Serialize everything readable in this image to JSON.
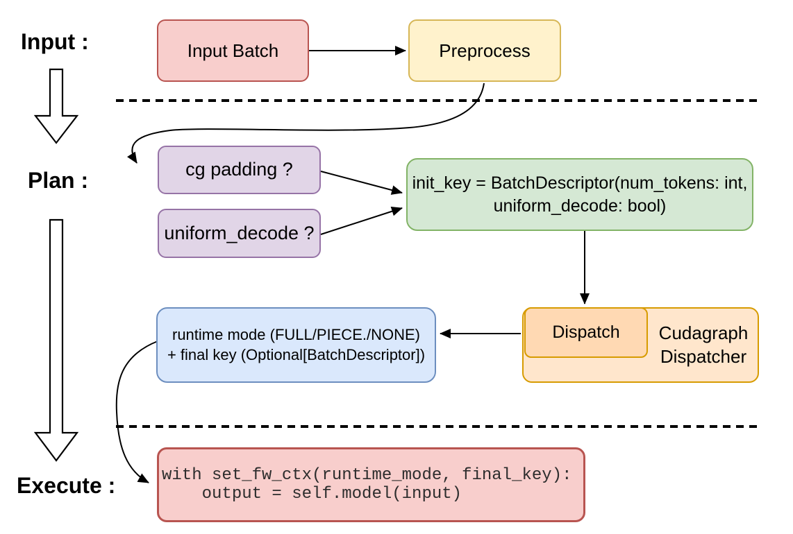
{
  "palette": {
    "red_fill": "#f8cecc",
    "red_stroke": "#b85450",
    "yellow_fill": "#fff2cc",
    "yellow_stroke": "#d6b656",
    "purple_fill": "#e1d5e7",
    "purple_stroke": "#9673a6",
    "green_fill": "#d5e8d4",
    "green_stroke": "#82b366",
    "orange_fill": "#ffe6cc",
    "orange_stroke": "#d79b00",
    "orange_inner_fill": "#ffd9b3",
    "blue_fill": "#dae8fc",
    "blue_stroke": "#6c8ebf",
    "line_color": "#000000"
  },
  "labels": {
    "input": "Input :",
    "plan": "Plan :",
    "execute": "Execute :"
  },
  "nodes": {
    "input_batch": {
      "label": "Input Batch"
    },
    "preprocess": {
      "label": "Preprocess"
    },
    "cg_padding": {
      "label": "cg padding ?"
    },
    "uniform_decode": {
      "label": "uniform_decode ?"
    },
    "init_key": {
      "line1": "init_key = BatchDescriptor(num_tokens: int,",
      "line2": "uniform_decode: bool)"
    },
    "dispatch": {
      "label": "Dispatch"
    },
    "cudagraph_dispatcher": {
      "line1": "Cudagraph",
      "line2": "Dispatcher"
    },
    "runtime_mode": {
      "line1": "runtime mode (FULL/PIECE./NONE)",
      "line2": "+ final key (Optional[BatchDescriptor])"
    },
    "execute_code": {
      "line1": "with set_fw_ctx(runtime_mode, final_key):",
      "line2": "    output = self.model(input)"
    }
  }
}
